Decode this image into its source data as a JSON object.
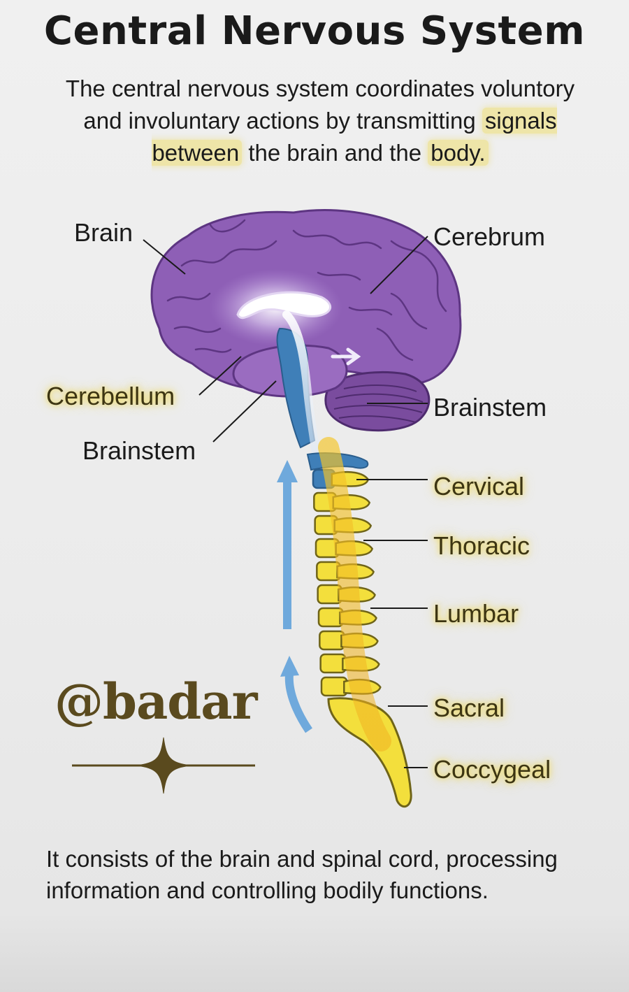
{
  "title": "Central Nervous System",
  "intro": {
    "part1": "The central nervous system coordinates voluntory and involuntary actions by transmitting ",
    "highlight1": "signals between",
    "part2": " the brain and the ",
    "highlight2": "body.",
    "part3": ""
  },
  "labels": {
    "brain": "Brain",
    "cerebrum": "Cerebrum",
    "cerebellum": "Cerebellum",
    "brainstem_right": "Brainstem",
    "brainstem_left": "Brainstem",
    "cervical": "Cervical",
    "thoracic": "Thoracic",
    "lumbar": "Lumbar",
    "sacral": "Sacral",
    "coccygeal": "Coccygeal"
  },
  "watermark": "@badar",
  "outro": "It consists of the brain and spinal cord, processing information and controlling bodily functions.",
  "colors": {
    "brain": "#8e5fb6",
    "brain_dark": "#5d3582",
    "spine": "#f3df3c",
    "spine_dark": "#6f6418",
    "arrow_blue": "#6fa9dc",
    "label_glow": "#f0d746",
    "watermark": "#5a4a1e"
  }
}
